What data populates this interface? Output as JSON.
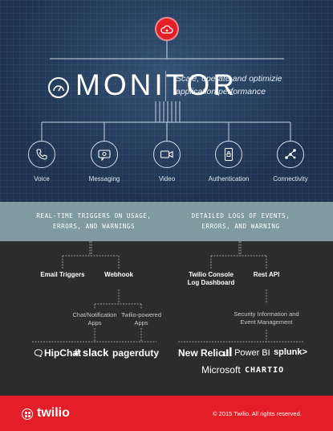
{
  "header": {
    "title": "MONITOR",
    "tagline_line1": "Scale, operate and optimizie",
    "tagline_line2": "application performance"
  },
  "channels": [
    {
      "label": "Voice",
      "icon": "phone-icon"
    },
    {
      "label": "Messaging",
      "icon": "chat-bubble-icon"
    },
    {
      "label": "Video",
      "icon": "video-camera-icon"
    },
    {
      "label": "Authentication",
      "icon": "mobile-lock-icon"
    },
    {
      "label": "Connectivity",
      "icon": "network-nodes-icon"
    }
  ],
  "band": {
    "left_line1": "REAL-TIME TRIGGERS ON USAGE,",
    "left_line2": "ERRORS, AND WARNINGS",
    "right_line1": "DETAILED LOGS OF EVENTS,",
    "right_line2": "ERRORS, AND WARNING"
  },
  "left_branch": {
    "email_triggers": "Email Triggers",
    "webhook": "Webhook",
    "chat_line1": "Chat/Notification",
    "chat_line2": "Apps",
    "twilio_line1": "Twilio-powered",
    "twilio_line2": "Apps"
  },
  "right_branch": {
    "console_line1": "Twilio Console",
    "console_line2": "Log Dashboard",
    "rest_api": "Rest API",
    "siem_line1": "Security Information and",
    "siem_line2": "Event Management"
  },
  "logos": {
    "hipchat": "HipChat",
    "slack": "slack",
    "pagerduty": "pagerduty",
    "newrelic": "New Relic.",
    "powerbi": "Power BI",
    "splunk": "splunk>",
    "microsoft": "Microsoft",
    "chartio": "CHARTIO"
  },
  "footer": {
    "brand": "twilio",
    "copyright": "© 2015 Twilio. All rights reserved."
  },
  "colors": {
    "brand_red": "#e31e26",
    "navy": "#1d3350",
    "band": "#7f9aa0",
    "dark": "#2c2c2c"
  }
}
